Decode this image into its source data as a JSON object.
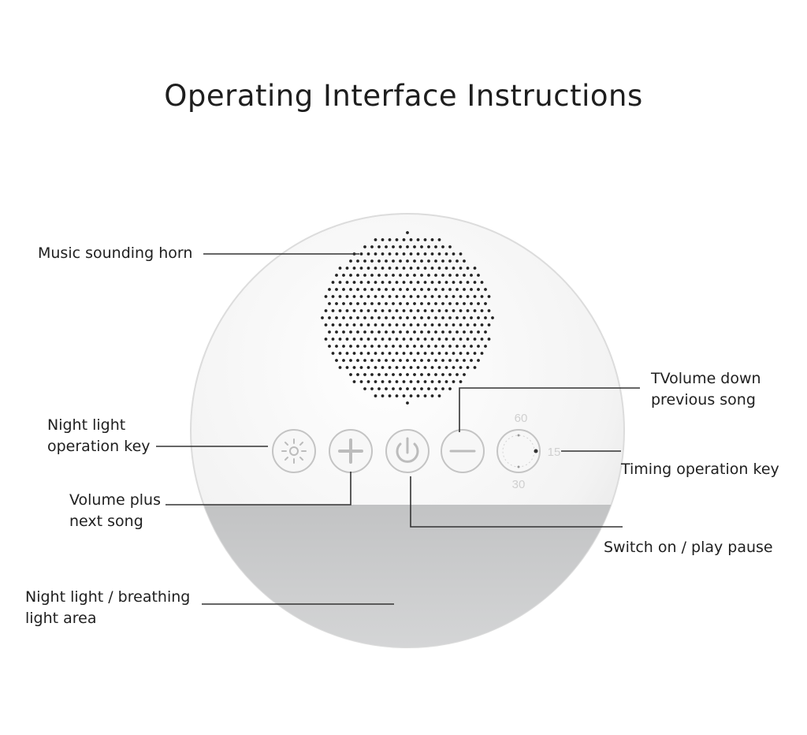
{
  "title": "Operating Interface Instructions",
  "callouts": {
    "horn": "Music sounding horn",
    "night_key_1": "Night light",
    "night_key_2": "operation key",
    "volume_plus_1": "Volume plus",
    "volume_plus_2": "next song",
    "night_area_1": "Night light / breathing",
    "night_area_2": "light area",
    "volume_down_1": "TVolume down",
    "volume_down_2": "previous song",
    "timing": "Timing operation key",
    "switch": "Switch on / play pause"
  },
  "timer_marks": {
    "top": "60",
    "right": "15",
    "bottom": "30"
  },
  "buttons": [
    {
      "icon": "night-light-icon"
    },
    {
      "icon": "plus-icon"
    },
    {
      "icon": "power-icon"
    },
    {
      "icon": "minus-icon"
    },
    {
      "icon": "timer-dial-icon"
    }
  ],
  "colors": {
    "body": "#f4f4f4",
    "light_area": "#c9cacb",
    "line": "#333333",
    "speaker_dots": "#222222"
  }
}
